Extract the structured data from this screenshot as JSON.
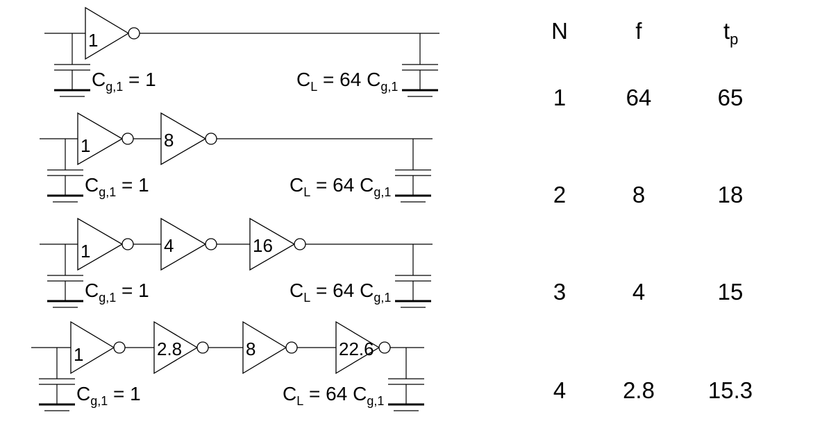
{
  "circuits": [
    {
      "stages": [
        "1"
      ],
      "cin": {
        "C": "C",
        "sub": "g,1",
        "eq": " = 1"
      },
      "cl": {
        "C": "C",
        "sub1": "L",
        "mid": " = 64 C",
        "sub2": "g,1"
      }
    },
    {
      "stages": [
        "1",
        "8"
      ],
      "cin": {
        "C": "C",
        "sub": "g,1",
        "eq": " = 1"
      },
      "cl": {
        "C": "C",
        "sub1": "L",
        "mid": " = 64 C",
        "sub2": "g,1"
      }
    },
    {
      "stages": [
        "1",
        "4",
        "16"
      ],
      "cin": {
        "C": "C",
        "sub": "g,1",
        "eq": " = 1"
      },
      "cl": {
        "C": "C",
        "sub1": "L",
        "mid": " = 64 C",
        "sub2": "g,1"
      }
    },
    {
      "stages": [
        "1",
        "2.8",
        "8",
        "22.6"
      ],
      "cin": {
        "C": "C",
        "sub": "g,1",
        "eq": " = 1"
      },
      "cl": {
        "C": "C",
        "sub1": "L",
        "mid": " = 64 C",
        "sub2": "g,1"
      }
    }
  ],
  "table": {
    "headers": {
      "n": "N",
      "f": "f",
      "tp_main": "t",
      "tp_sub": "p"
    },
    "rows": [
      {
        "n": "1",
        "f": "64",
        "tp": "65"
      },
      {
        "n": "2",
        "f": "8",
        "tp": "18"
      },
      {
        "n": "3",
        "f": "4",
        "tp": "15"
      },
      {
        "n": "4",
        "f": "2.8",
        "tp": "15.3"
      }
    ]
  }
}
